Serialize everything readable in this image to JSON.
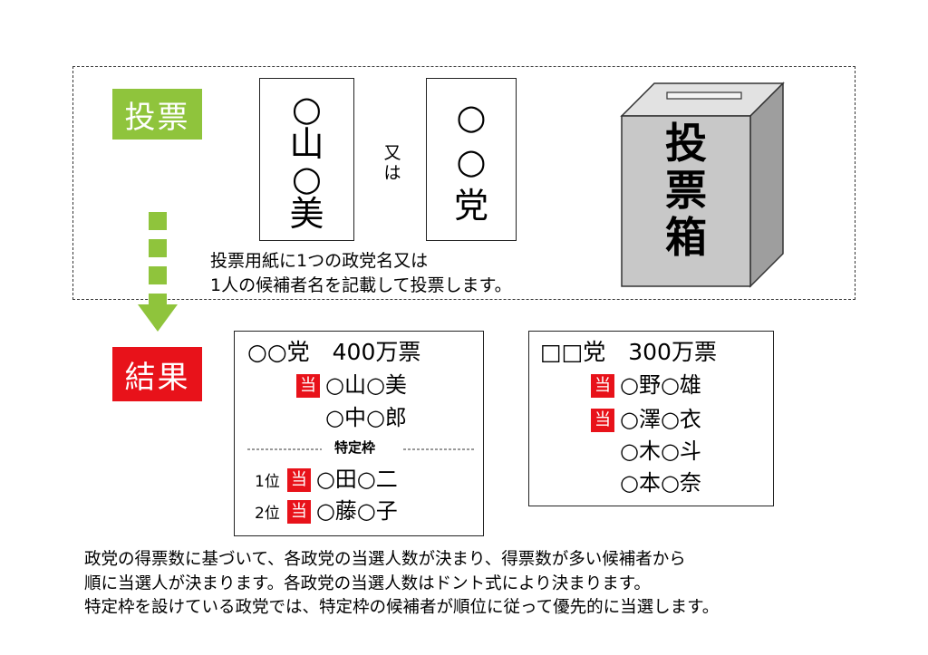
{
  "vote": {
    "label": "投票",
    "ballot_candidate": [
      "○",
      "山",
      "○",
      "美"
    ],
    "or": [
      "又",
      "は"
    ],
    "ballot_party": [
      "○",
      "○",
      "党"
    ],
    "caption": [
      "投票用紙に1つの政党名又は",
      "1人の候補者名を記載して投票します。"
    ],
    "box_label": [
      "投",
      "票",
      "箱"
    ]
  },
  "result": {
    "label": "結果",
    "mark": "当",
    "party1": {
      "header": "○○党　400万票",
      "candidates": [
        {
          "name": "○山○美",
          "elected": true
        },
        {
          "name": "○中○郎",
          "elected": false
        }
      ],
      "special_label": "特定枠",
      "special": [
        {
          "rank": "1位",
          "name": "○田○二",
          "elected": true
        },
        {
          "rank": "2位",
          "name": "○藤○子",
          "elected": true
        }
      ]
    },
    "party2": {
      "header": "□□党　300万票",
      "candidates": [
        {
          "name": "○野○雄",
          "elected": true
        },
        {
          "name": "○澤○衣",
          "elected": true
        },
        {
          "name": "○木○斗",
          "elected": false
        },
        {
          "name": "○本○奈",
          "elected": false
        }
      ]
    }
  },
  "explanation": [
    "政党の得票数に基づいて、各政党の当選人数が決まり、得票数が多い候補者から",
    "順に当選人が決まります。各政党の当選人数はドント式により決まります。",
    "特定枠を設けている政党では、特定枠の候補者が順位に従って優先的に当選します。"
  ],
  "colors": {
    "vote_badge": "#8fc43c",
    "result_badge": "#e8121a",
    "arrow": "#8fc43c",
    "ballot_box": "#c8c8c8"
  }
}
